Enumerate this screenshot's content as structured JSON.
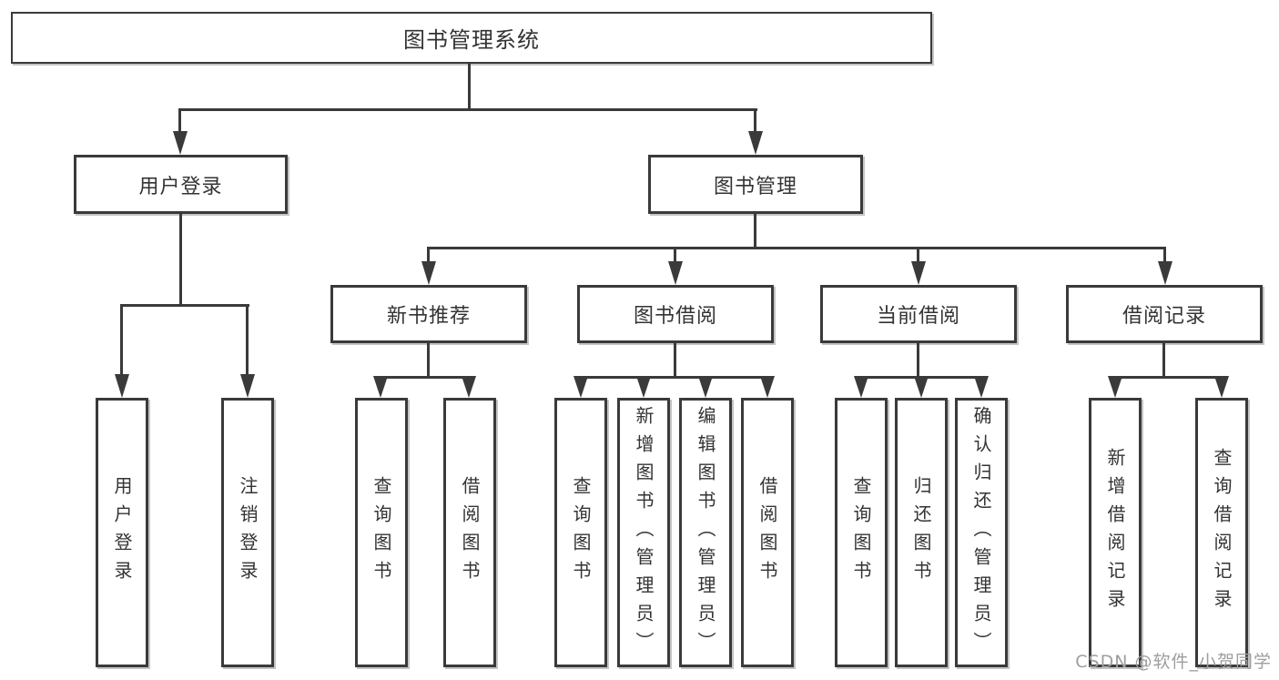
{
  "tree": {
    "label": "图书管理系统",
    "children": [
      {
        "label": "用户登录",
        "children": [
          {
            "label": "用户登录"
          },
          {
            "label": "注销登录"
          }
        ]
      },
      {
        "label": "图书管理",
        "children": [
          {
            "label": "新书推荐",
            "children": [
              {
                "label": "查询图书"
              },
              {
                "label": "借阅图书"
              }
            ]
          },
          {
            "label": "图书借阅",
            "children": [
              {
                "label": "查询图书"
              },
              {
                "label": "新增图书（管理员）"
              },
              {
                "label": "编辑图书（管理员）"
              },
              {
                "label": "借阅图书"
              }
            ]
          },
          {
            "label": "当前借阅",
            "children": [
              {
                "label": "查询图书"
              },
              {
                "label": "归还图书"
              },
              {
                "label": "确认归还（管理员）"
              }
            ]
          },
          {
            "label": "借阅记录",
            "children": [
              {
                "label": "新增借阅记录"
              },
              {
                "label": "查询借阅记录"
              }
            ]
          }
        ]
      }
    ]
  },
  "watermark": {
    "text": "CSDN @软件_小贺同学"
  },
  "colors": {
    "border": "#3a3a3a",
    "line": "#3a3a3a",
    "text": "#333333",
    "watermark": "#9e9e9e",
    "background": "#ffffff"
  }
}
